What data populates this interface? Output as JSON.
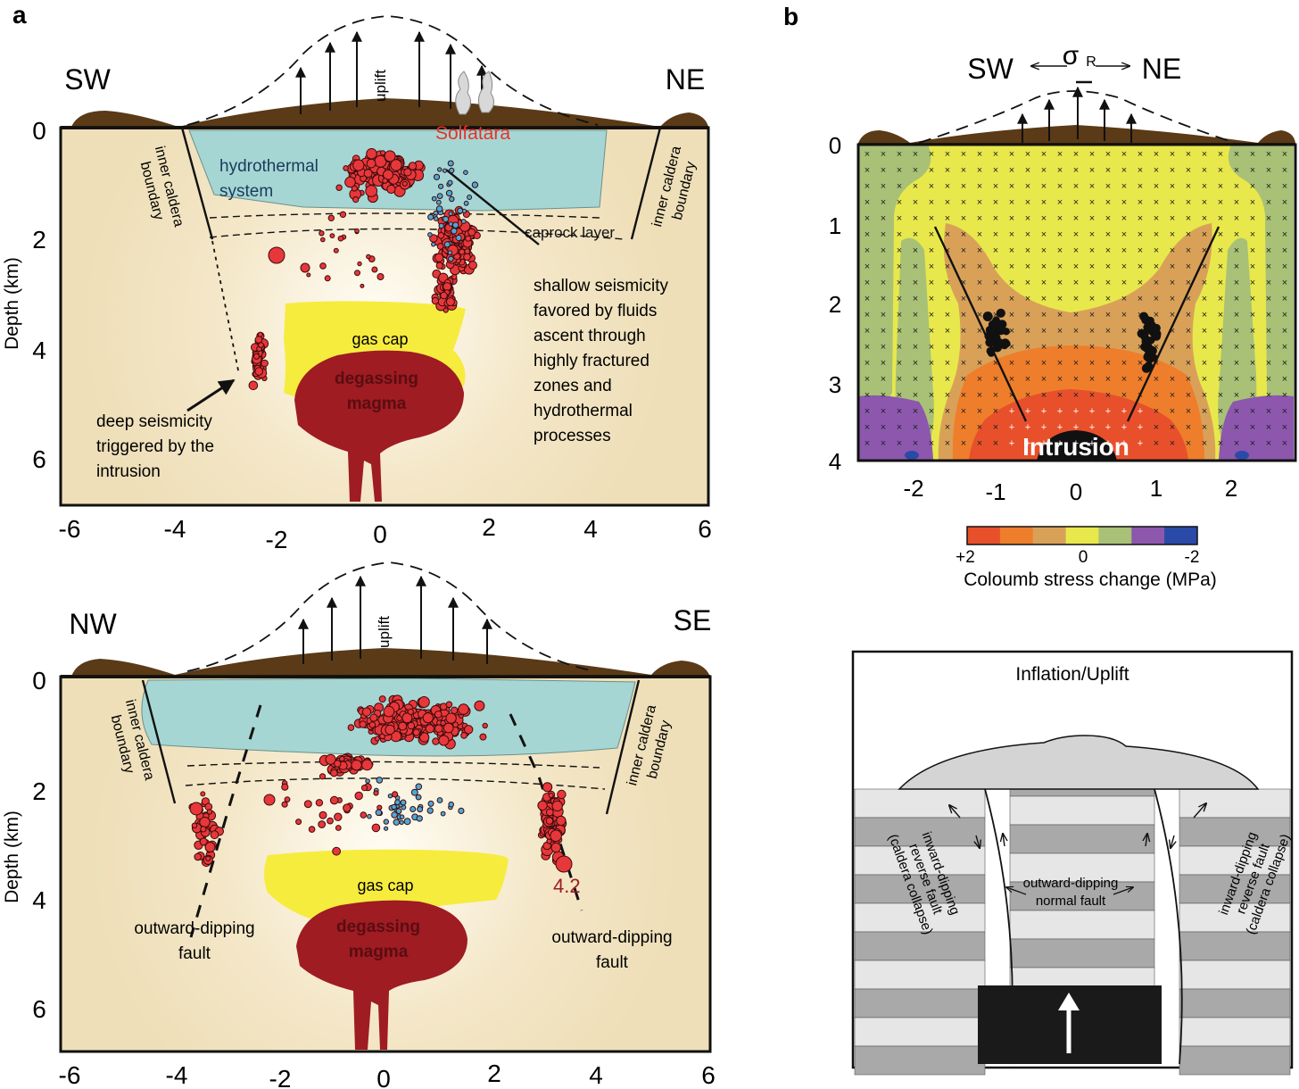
{
  "panel_a": {
    "label": "a",
    "ylabel": "Depth (km)",
    "y_ticks": [
      "0",
      "2",
      "4",
      "6"
    ],
    "x_ticks": [
      "-6",
      "-4",
      "-2",
      "0",
      "2",
      "4",
      "6"
    ],
    "top": {
      "left_dir": "SW",
      "right_dir": "NE",
      "uplift": "uplift",
      "solfatara": "Solfatara",
      "hydro_1": "hydrothermal",
      "hydro_2": "system",
      "caprock": "caprock layer",
      "inner_caldera_1": "inner caldera",
      "inner_caldera_2": "boundary",
      "gas_cap": "gas cap",
      "magma_1": "degassing",
      "magma_2": "magma",
      "shallow": [
        "shallow seismicity",
        "favored by fluids",
        "ascent through",
        "highly fractured",
        "zones and",
        "hydrothermal",
        "processes"
      ],
      "deep": [
        "deep seismicity",
        "triggered by the",
        "intrusion"
      ]
    },
    "bottom": {
      "left_dir": "NW",
      "right_dir": "SE",
      "uplift": "uplift",
      "inner_caldera_1": "inner caldera",
      "inner_caldera_2": "boundary",
      "gas_cap": "gas cap",
      "magma_1": "degassing",
      "magma_2": "magma",
      "magnitude": "4.2",
      "fault_left": [
        "outward-dipping",
        "fault"
      ],
      "fault_right": [
        "outward-dipping",
        "fault"
      ]
    }
  },
  "panel_b": {
    "label": "b",
    "left_dir": "SW",
    "right_dir": "NE",
    "sigma": "σ",
    "sigma_sub": "R",
    "y_ticks": [
      "0",
      "1",
      "2",
      "3",
      "4"
    ],
    "x_ticks": [
      "-2",
      "-1",
      "0",
      "1",
      "2"
    ],
    "intrusion": "Intrusion",
    "colorbar": {
      "colors": [
        "#e8502c",
        "#ee7e2b",
        "#d9a158",
        "#e8e84c",
        "#a8c176",
        "#8c57ad",
        "#2a4aa8"
      ],
      "tick_labels": [
        "+2",
        "0",
        "-2"
      ],
      "label": "Coloumb stress change (MPa)"
    },
    "schematic": {
      "title": "Inflation/Uplift",
      "left_fault": [
        "inward-dipping",
        "reverse fault",
        "(caldera collapse)"
      ],
      "right_fault": [
        "inward-dipping",
        "reverse fault",
        "(caldera collapse)"
      ],
      "normal_fault": [
        "outward-dipping",
        "normal fault"
      ]
    }
  },
  "colors": {
    "ground": "#5a3a17",
    "sand": "#f2e5c2",
    "hydro": "#a6d6d3",
    "gas": "#f6ec3e",
    "magma": "#9e1c22",
    "quake": "#e8373b",
    "quake_blue": "#4fa7d8",
    "label_red": "#e8302a"
  }
}
